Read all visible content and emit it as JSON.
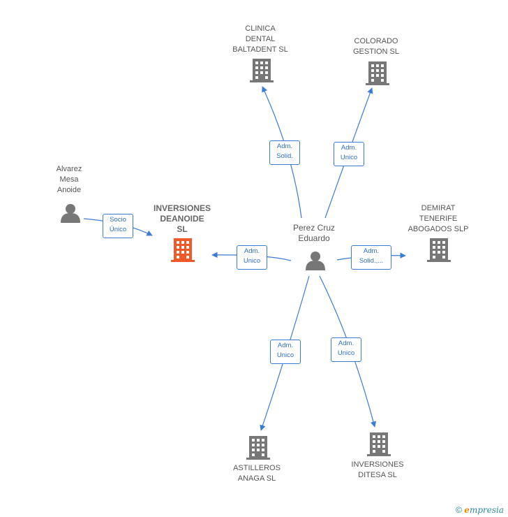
{
  "nodes": {
    "clinica": {
      "lines": [
        "CLINICA",
        "DENTAL",
        "BALTADENT  SL"
      ],
      "icon": "building-icon"
    },
    "colorado": {
      "lines": [
        "COLORADO",
        "GESTION  SL"
      ],
      "icon": "building-icon"
    },
    "alvarez": {
      "lines": [
        "Alvarez",
        "Mesa",
        "Anoide"
      ],
      "icon": "person-icon"
    },
    "inversiones_deanoide": {
      "lines": [
        "INVERSIONES",
        "DEANOIDE",
        "SL"
      ],
      "icon": "building-icon"
    },
    "perez": {
      "lines": [
        "Perez Cruz",
        "Eduardo"
      ],
      "icon": "person-icon"
    },
    "demirat": {
      "lines": [
        "DEMIRAT",
        "TENERIFE",
        "ABOGADOS  SLP"
      ],
      "icon": "building-icon"
    },
    "astilleros": {
      "lines": [
        "ASTILLEROS",
        "ANAGA  SL"
      ],
      "icon": "building-icon"
    },
    "inversiones_ditesa": {
      "lines": [
        "INVERSIONES",
        "DITESA  SL"
      ],
      "icon": "building-icon"
    }
  },
  "edges": {
    "perez_clinica": [
      "Adm.",
      "Solid."
    ],
    "perez_colorado": [
      "Adm.",
      "Unico"
    ],
    "alvarez_deanoide": [
      "Socio",
      "Único"
    ],
    "perez_deanoide": [
      "Adm.",
      "Unico"
    ],
    "perez_demirat": [
      "Adm.",
      "Solid.,..."
    ],
    "perez_astilleros": [
      "Adm.",
      "Unico"
    ],
    "perez_ditesa": [
      "Adm.",
      "Unico"
    ]
  },
  "colors": {
    "edge": "#3a7bd5",
    "node": "#777777",
    "focus": "#f05a28"
  },
  "footer": {
    "copyright": "©",
    "brand_initial": "e",
    "brand_rest": "mpresia"
  }
}
